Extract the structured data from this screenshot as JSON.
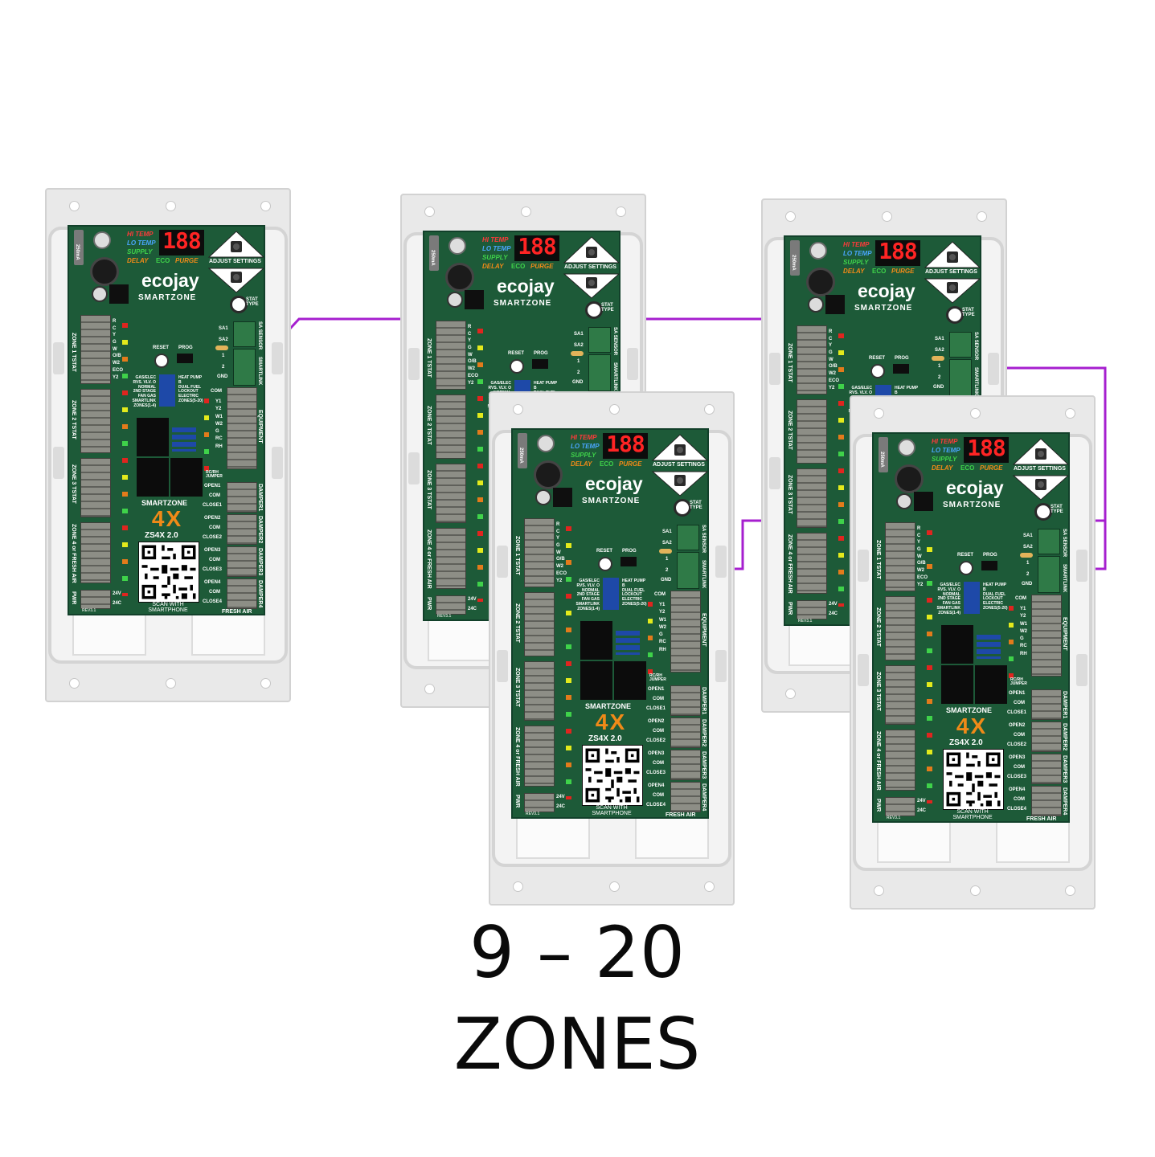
{
  "board": {
    "hi_temp": "HI TEMP",
    "lo_temp": "LO TEMP",
    "supply": "SUPPLY",
    "delay": "DELAY",
    "eco": "ECO",
    "purge": "PURGE",
    "display": "188",
    "adjust": "ADJUST SETTINGS",
    "brand": "ecojay",
    "product": "SMARTZONE",
    "stat_type": "STAT TYPE",
    "reset": "RESET",
    "prog": "PROG",
    "sa1": "SA1",
    "sa2": "SA2",
    "gnd": "GND",
    "one": "1",
    "two": "2",
    "sa_sensor": "SA SENSOR",
    "smartlink": "SMARTLINK",
    "fuse": "250mA",
    "dip_left": "GAS/ELEC\nRVS. VLV. O\nNORMAL\n2ND STAGE\nFAN GAS\nSMARTLINK\nZONES(1-4)",
    "dip_right": "HEAT PUMP\nB\nDUAL FUEL\nLOCKOUT\nELECTRIC\nZONES(5-20)",
    "zone1": "ZONE 1 TSTAT",
    "zone2": "ZONE 2 TSTAT",
    "zone3": "ZONE 3 TSTAT",
    "zone4": "ZONE 4 or FRESH AIR",
    "pwr": "PWR",
    "v24a": "24V",
    "v24b": "24C",
    "equipment": "EQUIPMENT",
    "damper1": "DAMPER1",
    "damper2": "DAMPER2",
    "damper3": "DAMPER3",
    "damper4": "DAMPER4",
    "fresh_air": "FRESH AIR",
    "com": "COM",
    "open1": "OPEN1",
    "close1": "CLOSE1",
    "open2": "OPEN2",
    "close2": "CLOSE2",
    "open3": "OPEN3",
    "close3": "CLOSE3",
    "open4": "OPEN4",
    "close4": "CLOSE4",
    "rcrh_jumper": "RC/RH\nJUMPER",
    "logo_small": "SMARTZONE",
    "logo_big": "4X",
    "model": "ZS4X 2.0",
    "scan": "SCAN WITH\nSMARTPHONE",
    "rev": "REV3.1",
    "eq_terms": "Y1\nY2\nW1\nW2\nG\nRC\nRH",
    "tstat_terms": "R\nC\nY\nG\nW\nO/B\nW2\nECO\nY2"
  },
  "colors": {
    "pcb": "#1d5a38",
    "wire": "#a61fcf",
    "display_red": "#ff2424",
    "hi_temp": "#ff3a3a",
    "lo_temp": "#4aa6ff",
    "supply": "#3fd24a",
    "delay": "#f08a18",
    "accent_orange": "#f08a18"
  },
  "caption": {
    "line1": "9 – 20",
    "line2": "ZONES"
  }
}
